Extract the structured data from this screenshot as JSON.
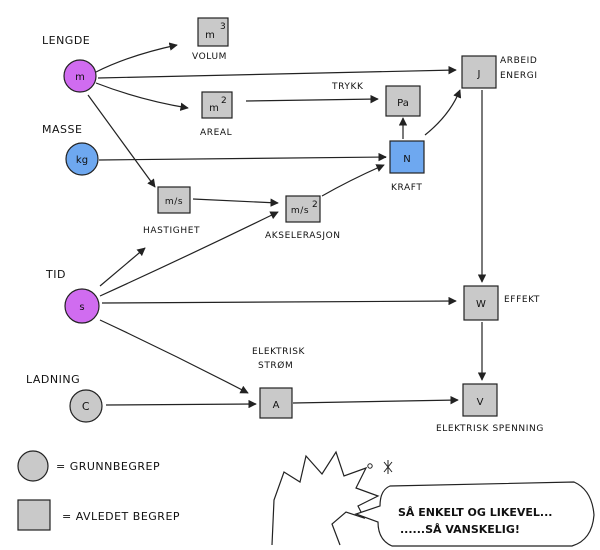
{
  "colors": {
    "purple": "#d06cf0",
    "blue": "#6ea8f0",
    "gray": "#c9c9c9",
    "stroke": "#222222"
  },
  "base": {
    "length": {
      "label": "LENGDE",
      "symbol": "m"
    },
    "mass": {
      "label": "MASSE",
      "symbol": "kg"
    },
    "time": {
      "label": "TID",
      "symbol": "s"
    },
    "charge": {
      "label": "LADNING",
      "symbol": "C"
    }
  },
  "derived": {
    "volume": {
      "label": "VOLUM",
      "symbol": "m",
      "exp": "3"
    },
    "area": {
      "label": "AREAL",
      "symbol": "m",
      "exp": "2"
    },
    "speed": {
      "label": "HASTIGHET",
      "symbol": "m/s"
    },
    "acceleration": {
      "label": "AKSELERASJON",
      "symbol": "m/s",
      "exp": "2"
    },
    "pressure": {
      "label": "TRYKK",
      "symbol": "Pa"
    },
    "force": {
      "label": "KRAFT",
      "symbol": "N"
    },
    "energy": {
      "label1": "ARBEID",
      "label2": "ENERGI",
      "symbol": "J"
    },
    "power": {
      "label": "EFFEKT",
      "symbol": "W"
    },
    "current": {
      "label1": "ELEKTRISK",
      "label2": "STRØM",
      "symbol": "A"
    },
    "voltage": {
      "label": "ELEKTRISK SPENNING",
      "symbol": "V"
    }
  },
  "legend": {
    "base": "= GRUNNBEGREP",
    "derived": "= AVLEDET BEGREP"
  },
  "speech": {
    "line1": "SÅ ENKELT OG LIKEVEL...",
    "line2": "......SÅ VANSKELIG!"
  }
}
